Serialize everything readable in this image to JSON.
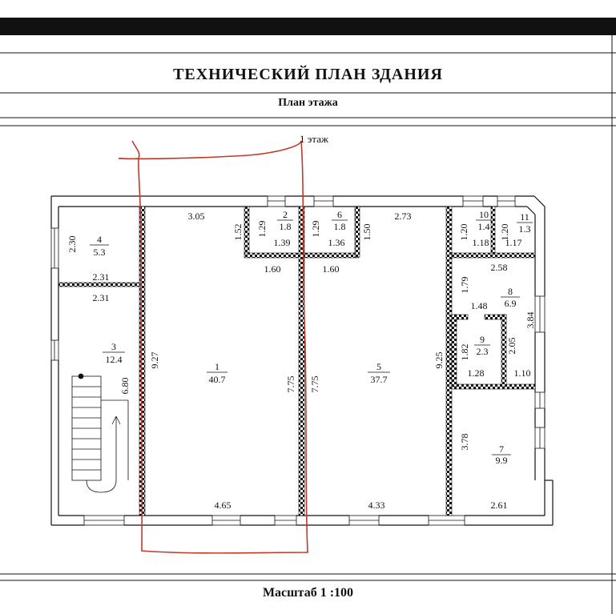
{
  "header": {
    "title": "ТЕХНИЧЕСКИЙ ПЛАН ЗДАНИЯ",
    "subtitle": "План этажа",
    "floor": "1 этаж"
  },
  "footer": {
    "scale": "Масштаб 1 :100"
  },
  "rooms": [
    {
      "num": "1",
      "area": "40.7"
    },
    {
      "num": "2",
      "area": "1.8"
    },
    {
      "num": "3",
      "area": "12.4"
    },
    {
      "num": "4",
      "area": "5.3"
    },
    {
      "num": "5",
      "area": "37.7"
    },
    {
      "num": "6",
      "area": "1.8"
    },
    {
      "num": "7",
      "area": "9.9"
    },
    {
      "num": "8",
      "area": "6.9"
    },
    {
      "num": "9",
      "area": "2.3"
    },
    {
      "num": "10",
      "area": "1.4"
    },
    {
      "num": "11",
      "area": "1.3"
    }
  ],
  "dimensions": {
    "d_3_05": "3.05",
    "d_2_73": "2.73",
    "d_1_52": "1.52",
    "d_1_29a": "1.29",
    "d_1_29b": "1.29",
    "d_1_39": "1.39",
    "d_1_36": "1.36",
    "d_1_50": "1.50",
    "d_1_60a": "1.60",
    "d_1_60b": "1.60",
    "d_2_30": "2.30",
    "d_2_31a": "2.31",
    "d_2_31b": "2.31",
    "d_9_27": "9.27",
    "d_6_80": "6.80",
    "d_7_75a": "7.75",
    "d_7_75b": "7.75",
    "d_9_25": "9.25",
    "d_1_20a": "1.20",
    "d_1_20b": "1.20",
    "d_1_18": "1.18",
    "d_1_17": "1.17",
    "d_2_58": "2.58",
    "d_1_79": "1.79",
    "d_1_48": "1.48",
    "d_3_84": "3.84",
    "d_1_82": "1.82",
    "d_2_05": "2.05",
    "d_1_28": "1.28",
    "d_1_10": "1.10",
    "d_3_78": "3.78",
    "d_4_65": "4.65",
    "d_4_33": "4.33",
    "d_2_61": "2.61"
  },
  "colors": {
    "ink": "#111111",
    "annotation": "#c0392b"
  }
}
